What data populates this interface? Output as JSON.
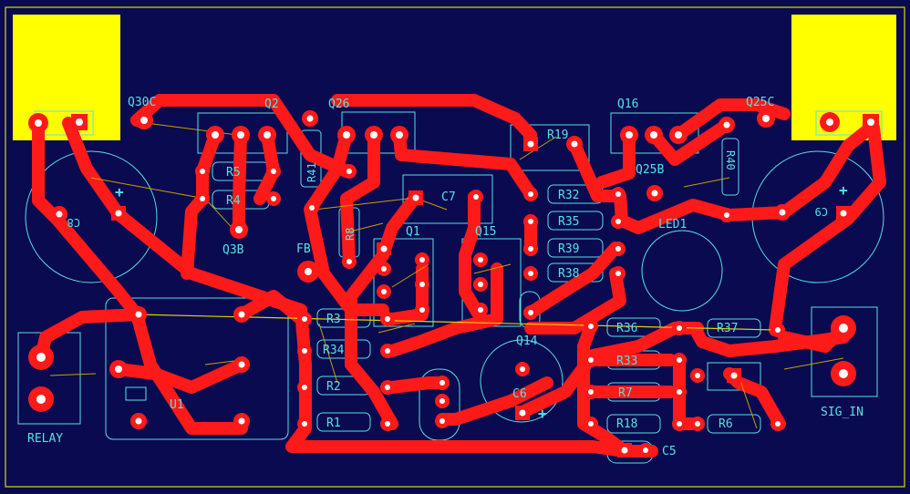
{
  "board": {
    "colors": {
      "background": "#0a0a50",
      "copper": "#ff1a1a",
      "silk": "#58e0e0",
      "pour": "#ffff00",
      "ratsnest": "#c8a000",
      "outline": "#d8d800",
      "pad_hole": "#ffffff"
    }
  },
  "labels": {
    "q30c": "Q30C",
    "q2": "Q2",
    "q26": "Q26",
    "r19": "R19",
    "q16": "Q16",
    "q25c": "Q25C",
    "c8": "C8",
    "c9": "C9",
    "r5": "R5",
    "r4": "R4",
    "r41": "R41",
    "r8": "R8",
    "c7": "C7",
    "q25b": "Q25B",
    "r40": "R40",
    "r32": "R32",
    "r35": "R35",
    "r39": "R39",
    "r38": "R38",
    "q1": "Q1",
    "q15": "Q15",
    "q3b": "Q3B",
    "fb": "FB",
    "led1": "LED1",
    "r3": "R3",
    "r34": "R34",
    "r2": "R2",
    "r1": "R1",
    "q14": "Q14",
    "c6": "C6",
    "r36": "R36",
    "r37": "R37",
    "r33": "R33",
    "r7": "R7",
    "r18": "R18",
    "r6": "R6",
    "c5": "C5",
    "u1": "U1",
    "relay": "RELAY",
    "sig_in": "SIG_IN",
    "plus": "+"
  }
}
